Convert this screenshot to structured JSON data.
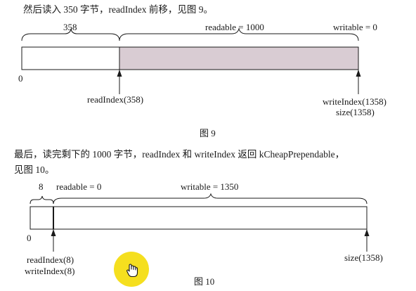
{
  "section1": {
    "intro": "然后读入 350 字节，readIndex 前移，见图 9。",
    "span_label": "358",
    "readable_label": "readable = 1000",
    "writable_label": "writable = 0",
    "zero_label": "0",
    "read_index_label": "readIndex(358)",
    "write_index_label": "writeIndex(1358)",
    "size_label": "size(1358)",
    "caption": "图 9"
  },
  "section2": {
    "intro_line1": "最后，读完剩下的 1000 字节，readIndex 和 writeIndex 返回 kCheapPrependable，",
    "intro_line2": "见图 10。",
    "span_label": "8",
    "readable_label": "readable = 0",
    "writable_label": "writable = 1350",
    "zero_label": "0",
    "read_index_label": "readIndex(8)",
    "write_index_label": "writeIndex(8)",
    "size_label": "size(1358)",
    "caption": "图 10"
  },
  "colors": {
    "readable_fill": "#d9ccd3",
    "line": "#1a1a1a",
    "cursor_highlight": "#f5df1f"
  },
  "cursor_icon": "hand-pointer-icon"
}
